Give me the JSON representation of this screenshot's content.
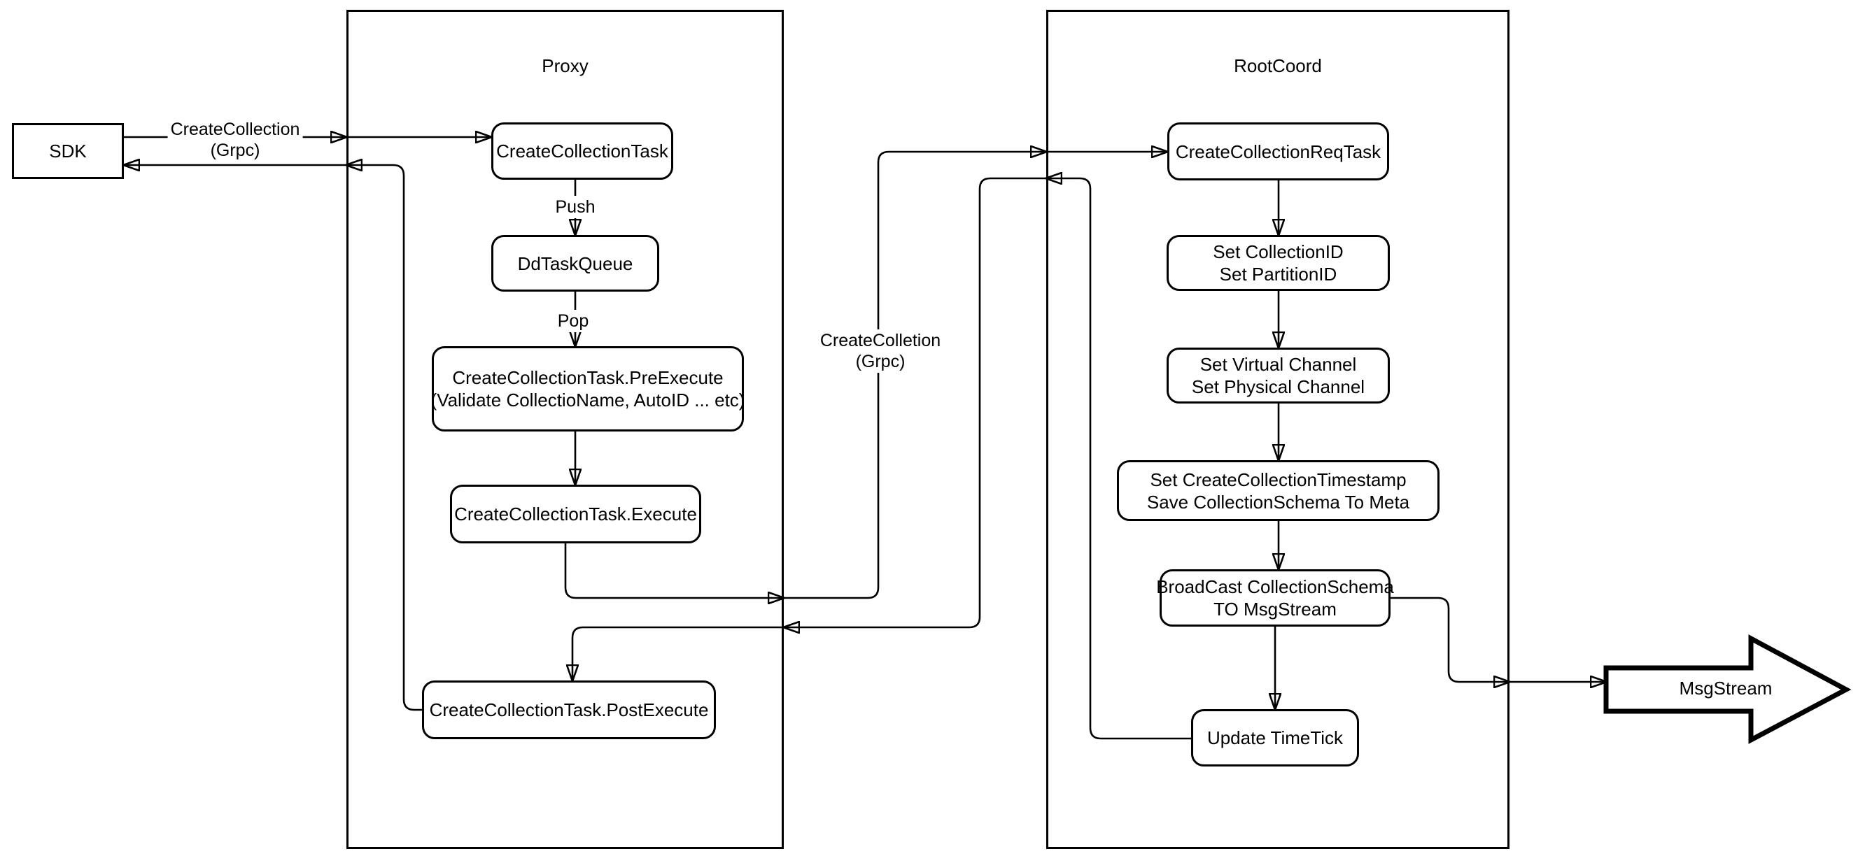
{
  "diagram": {
    "colors": {
      "stroke": "#000000",
      "background": "#ffffff"
    },
    "containers": {
      "proxy": {
        "title": "Proxy"
      },
      "rootcoord": {
        "title": "RootCoord"
      }
    },
    "nodes": {
      "sdk": {
        "label": "SDK"
      },
      "create_collection_task": {
        "label": "CreateCollectionTask"
      },
      "dd_task_queue": {
        "label": "DdTaskQueue"
      },
      "pre_execute": {
        "line1": "CreateCollectionTask.PreExecute",
        "line2": "(Validate CollectioName, AutoID ... etc)"
      },
      "execute": {
        "label": "CreateCollectionTask.Execute"
      },
      "post_execute": {
        "label": "CreateCollectionTask.PostExecute"
      },
      "create_collection_req_task": {
        "label": "CreateCollectionReqTask"
      },
      "set_ids": {
        "line1": "Set CollectionID",
        "line2": "Set PartitionID"
      },
      "set_channels": {
        "line1": "Set Virtual Channel",
        "line2": "Set Physical Channel"
      },
      "set_timestamp": {
        "line1": "Set CreateCollectionTimestamp",
        "line2": "Save CollectionSchema To Meta"
      },
      "broadcast": {
        "line1": "BroadCast CollectionSchema",
        "line2": "TO MsgStream"
      },
      "update_timetick": {
        "label": "Update TimeTick"
      },
      "msgstream": {
        "label": "MsgStream"
      }
    },
    "edge_labels": {
      "grpc_request": {
        "line1": "CreateCollection",
        "line2": "(Grpc)"
      },
      "push": "Push",
      "pop": "Pop",
      "grpc_internal": {
        "line1": "CreateColletion",
        "line2": "(Grpc)"
      }
    }
  }
}
